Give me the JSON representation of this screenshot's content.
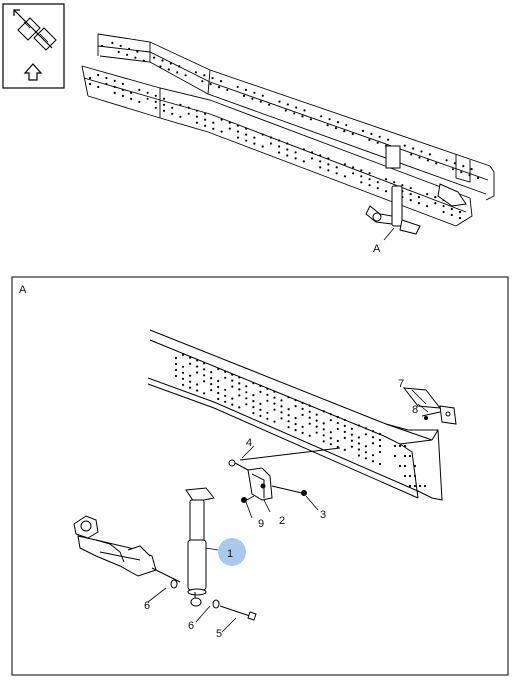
{
  "orientation_icon": {
    "icons": [
      "vehicle-front-arrow-icon",
      "up-arrow-icon"
    ]
  },
  "overview": {
    "view_callout": "A"
  },
  "detail": {
    "view_label": "A",
    "callouts": {
      "c1": "1",
      "c2": "2",
      "c3": "3",
      "c4": "4",
      "c5": "5",
      "c6a": "6",
      "c6b": "6",
      "c7": "7",
      "c8": "8",
      "c9": "9"
    },
    "highlight_color": "#a9c8ec"
  }
}
